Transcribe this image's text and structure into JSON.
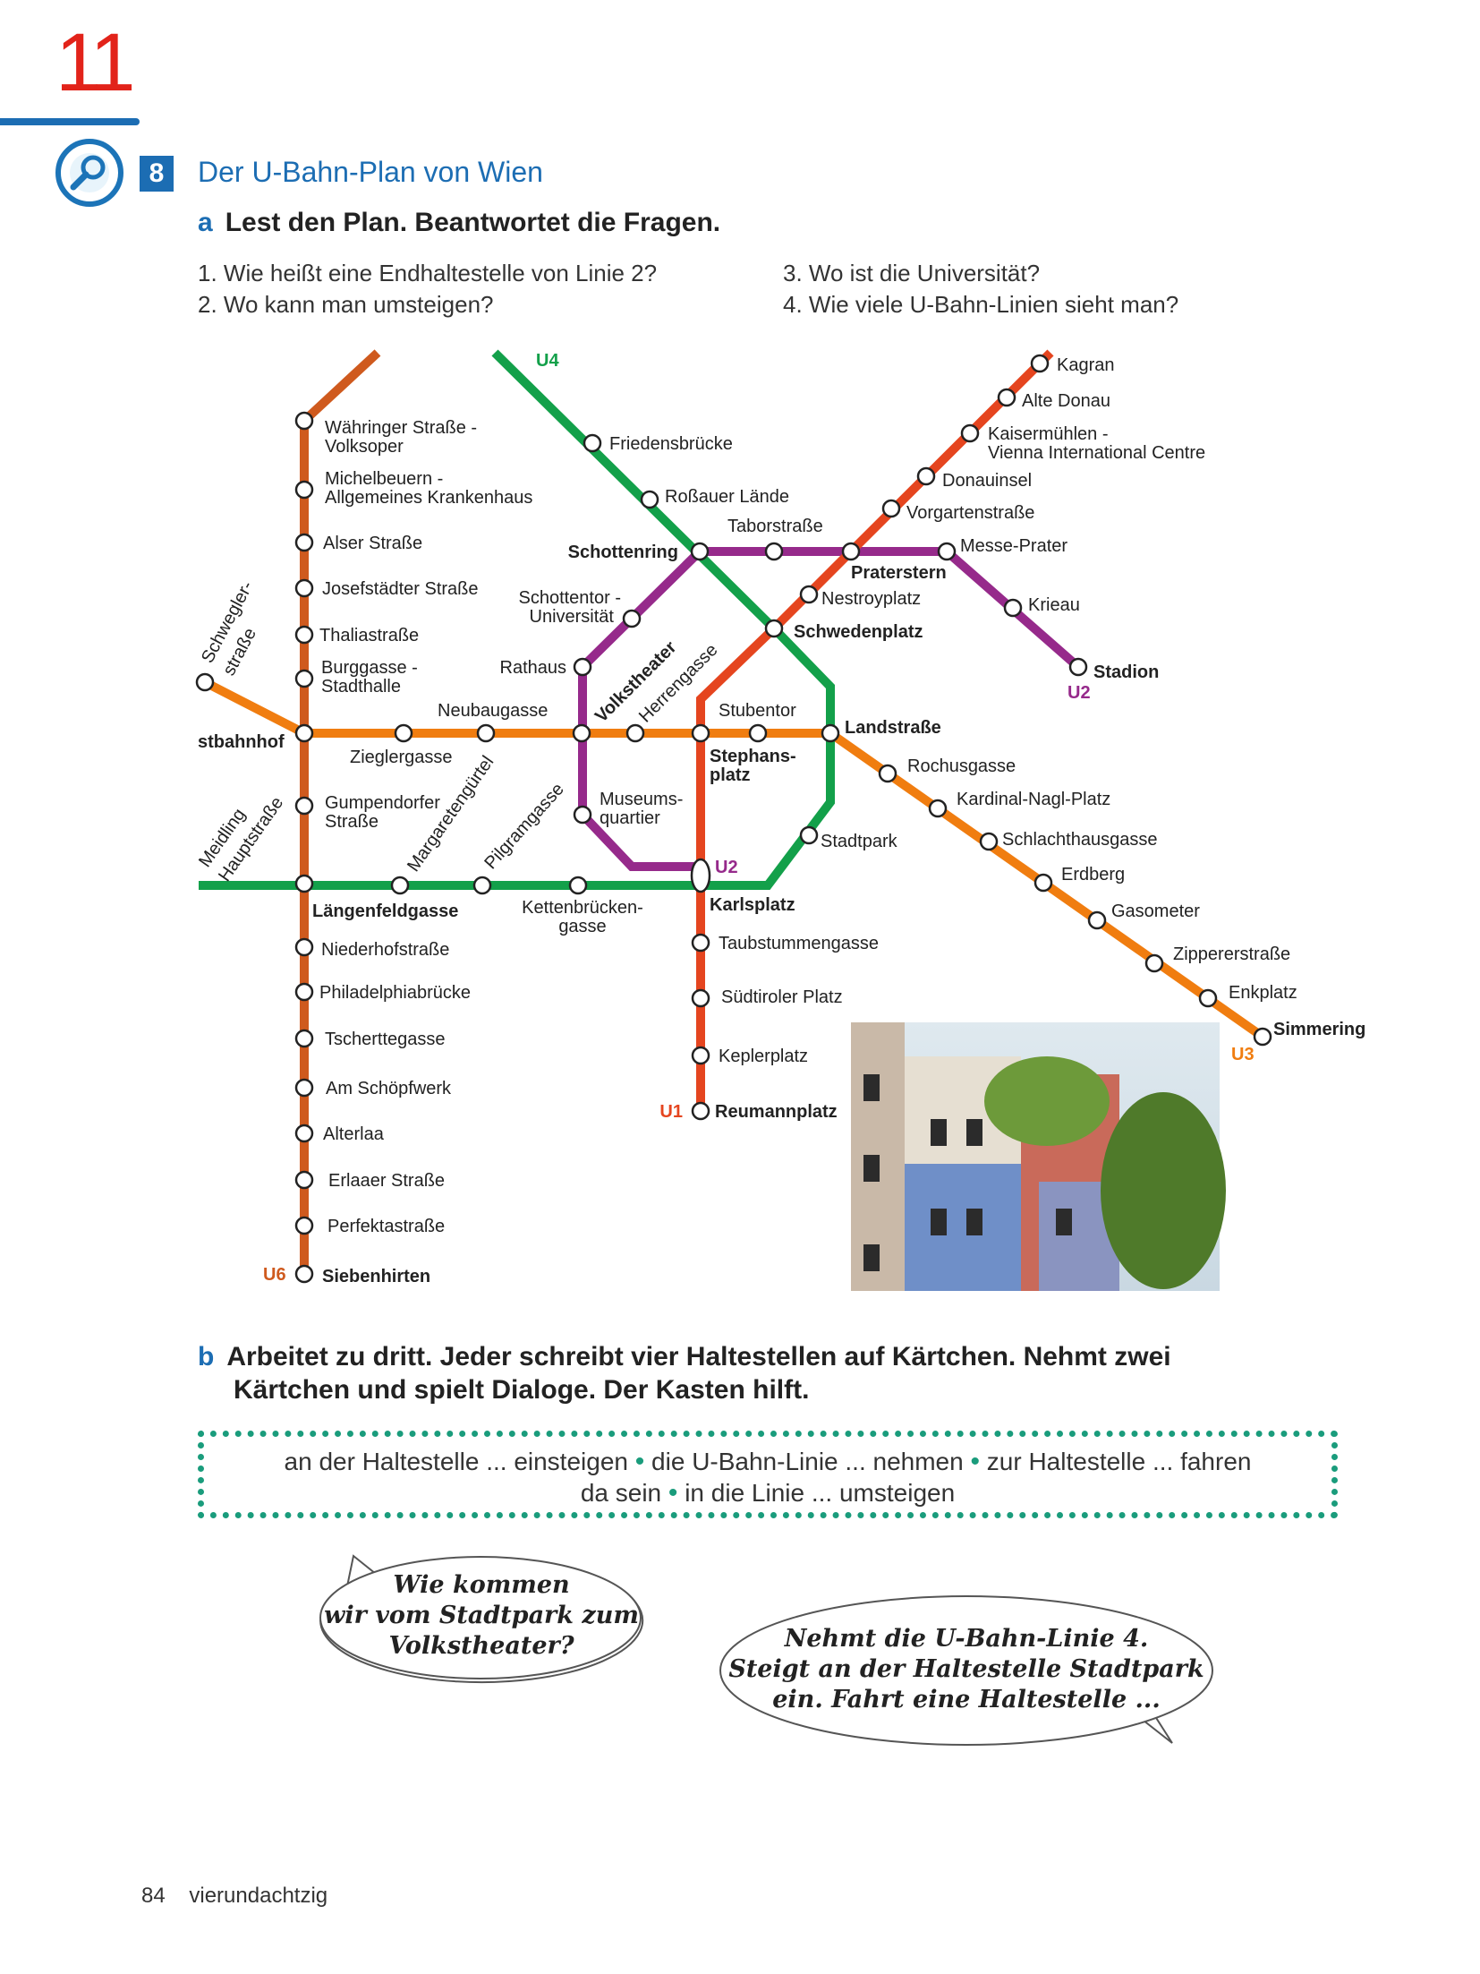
{
  "chapter": "11",
  "exercise": {
    "number": "8",
    "title": "Der U-Bahn-Plan von Wien"
  },
  "part_a": {
    "letter": "a",
    "instruction": "Lest den Plan. Beantwortet die Fragen.",
    "questions": [
      "1.  Wie heißt eine Endhaltestelle von Linie 2?",
      "2.  Wo kann man umsteigen?",
      "3.  Wo ist die Universität?",
      "4.  Wie viele U-Bahn-Linien sieht man?"
    ]
  },
  "map": {
    "lines": {
      "u1": "U1",
      "u2": "U2",
      "u3": "U3",
      "u4": "U4",
      "u6": "U6"
    },
    "colors": {
      "u1": "#e5451f",
      "u2": "#962a8b",
      "u3": "#f07d10",
      "u4": "#13a04a",
      "u6": "#cf5a1e"
    },
    "stations": {
      "waehringer1": "Währinger Straße -",
      "waehringer2": "Volksoper",
      "michel1": "Michelbeuern -",
      "michel2": "Allgemeines Krankenhaus",
      "alser": "Alser Straße",
      "josef": "Josefstädter Straße",
      "thalia": "Thaliastraße",
      "burg1": "Burggasse -",
      "burg2": "Stadthalle",
      "westbahnhof": "stbahnhof",
      "zieglergasse": "Zieglergasse",
      "neubaugasse": "Neubaugasse",
      "gumpen1": "Gumpendorfer",
      "gumpen2": "Straße",
      "laengenfeld": "Längenfeldgasse",
      "niederhof": "Niederhofstraße",
      "philadelphia": "Philadelphiabrücke",
      "tscherttegasse": "Tscherttegasse",
      "schoepfwerk": "Am Schöpfwerk",
      "alterlaa": "Alterlaa",
      "erlaaer": "Erlaaer Straße",
      "perfekta": "Perfektastraße",
      "siebenhirten": "Siebenhirten",
      "schwegler1": "Schwegler-",
      "schwegler2": "straße",
      "meidling1": "Meidling",
      "meidling2": "Hauptstraße",
      "friedens": "Friedensbrücke",
      "rossauer": "Roßauer Lände",
      "tabor": "Taborstraße",
      "schottenring": "Schottenring",
      "schottentor1": "Schottentor -",
      "schottentor2": "Universität",
      "rathaus": "Rathaus",
      "volkstheater": "Volkstheater",
      "herrengasse": "Herrengasse",
      "stubentor": "Stubentor",
      "stephans1": "Stephans-",
      "stephans2": "platz",
      "museums1": "Museums-",
      "museums2": "quartier",
      "margareten": "Margaretengürtel",
      "pilgram": "Pilgramgasse",
      "ketten1": "Kettenbrücken-",
      "ketten2": "gasse",
      "karlsplatz": "Karlsplatz",
      "taubstummen": "Taubstummengasse",
      "suedtiroler": "Südtiroler Platz",
      "kepler": "Keplerplatz",
      "reumann": "Reumannplatz",
      "kagran": "Kagran",
      "altedonau": "Alte Donau",
      "kaiser1": "Kaisermühlen -",
      "kaiser2": "Vienna International Centre",
      "donauinsel": "Donauinsel",
      "vorgarten": "Vorgartenstraße",
      "messe": "Messe-Prater",
      "praterstern": "Praterstern",
      "nestroy": "Nestroyplatz",
      "schweden": "Schwedenplatz",
      "krieau": "Krieau",
      "stadion": "Stadion",
      "landstrasse": "Landstraße",
      "rochus": "Rochusgasse",
      "kardinal": "Kardinal-Nagl-Platz",
      "schlacht": "Schlachthausgasse",
      "erdberg": "Erdberg",
      "gasometer": "Gasometer",
      "zipperer": "Zippererstraße",
      "enkplatz": "Enkplatz",
      "simmering": "Simmering",
      "stadtpark": "Stadtpark"
    }
  },
  "part_b": {
    "letter": "b",
    "instruction_line1": "Arbeitet zu dritt. Jeder schreibt vier Haltestellen auf Kärtchen. Nehmt zwei",
    "instruction_line2": "Kärtchen und spielt Dialoge. Der Kasten hilft.",
    "phrases": [
      "an der Haltestelle ... einsteigen",
      "die U-Bahn-Linie ... nehmen",
      "zur Haltestelle ... fahren",
      "da sein",
      "in die Linie ... umsteigen"
    ],
    "bubble_left": [
      "Wie kommen",
      "wir vom Stadtpark zum",
      "Volkstheater?"
    ],
    "bubble_right": [
      "Nehmt die U-Bahn-Linie 4.",
      "Steigt an der Haltestelle Stadtpark",
      "ein. Fahrt eine Haltestelle ..."
    ]
  },
  "footer": {
    "page_number": "84",
    "page_word": "vierundachtzig"
  }
}
